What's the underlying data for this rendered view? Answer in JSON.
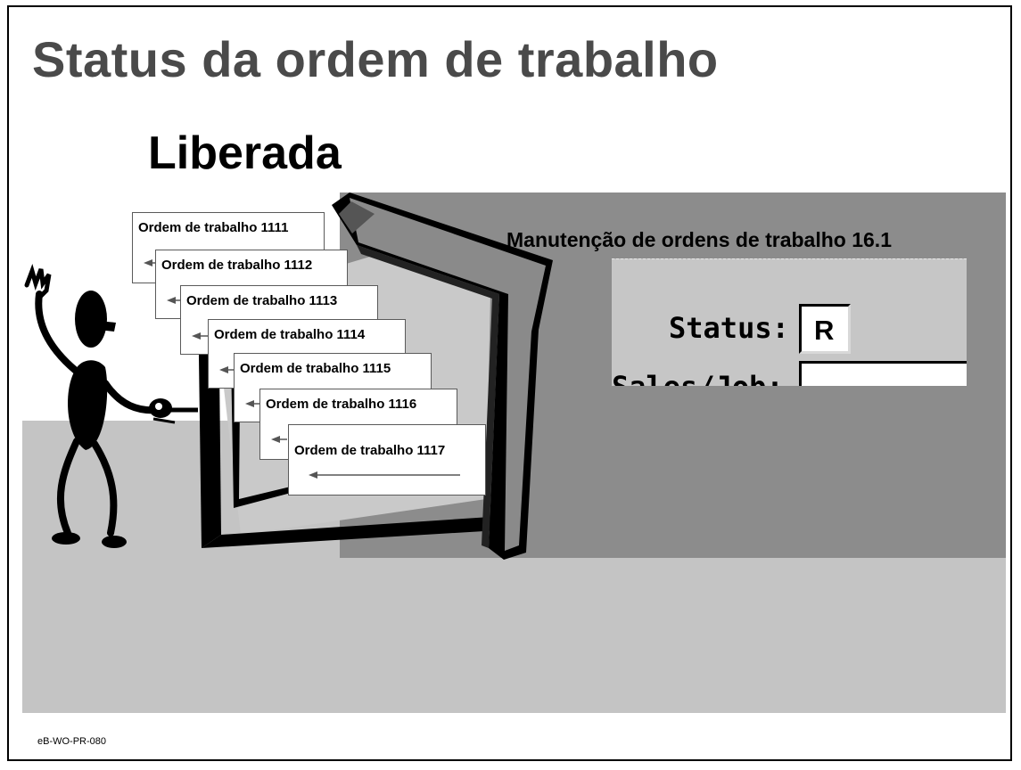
{
  "slide": {
    "title": "Status da ordem de trabalho",
    "subtitle": "Liberada",
    "footer": "eB-WO-PR-080"
  },
  "app_window": {
    "title": "Manutenção de ordens de trabalho 16.1",
    "status_label": "Status:",
    "status_value": "R",
    "sales_label": "Sales/Job:",
    "sales_value": ""
  },
  "work_orders": [
    "Ordem de trabalho 1111",
    "Ordem de trabalho 1112",
    "Ordem de trabalho 1113",
    "Ordem de trabalho 1114",
    "Ordem de trabalho 1115",
    "Ordem de trabalho 1116",
    "Ordem de trabalho 1117"
  ],
  "colors": {
    "title": "#4a4a4a",
    "wall": "#8c8c8c",
    "floor": "#c4c4c4",
    "window": "#c6c6c6"
  },
  "icons": [
    "stick-figure-icon",
    "door-icon",
    "left-arrow-icon"
  ]
}
